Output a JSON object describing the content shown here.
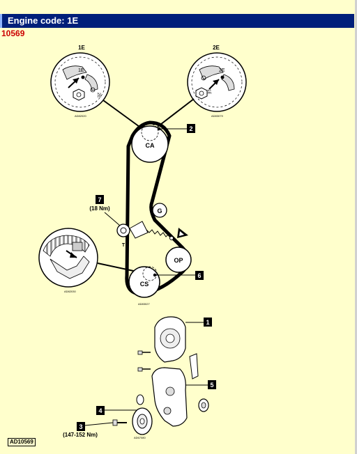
{
  "header": {
    "title": "Engine code: 1E",
    "doc_number": "10569"
  },
  "diagram": {
    "labels": {
      "left_sprocket_title": "1E",
      "right_sprocket_title": "2E",
      "left_mark": "1E",
      "left_mark_rot": "2E",
      "right_mark": "2E",
      "right_mark_rot": "1E",
      "ca": "CA",
      "g": "G",
      "op": "OP",
      "cs": "CS",
      "t": "T"
    },
    "callouts": [
      {
        "number": "1"
      },
      {
        "number": "2"
      },
      {
        "number": "3",
        "note": "(147-152 Nm)"
      },
      {
        "number": "4"
      },
      {
        "number": "5"
      },
      {
        "number": "6"
      },
      {
        "number": "7",
        "note": "(18 Nm)"
      }
    ],
    "small_refs": {
      "left_sprocket": "AD82020",
      "right_sprocket": "AD83079",
      "crank_detail": "AD82030",
      "belt_diagram": "AD83027",
      "covers": "AD67080"
    },
    "figure_ref": "AD10569"
  },
  "colors": {
    "background": "#ffffcc",
    "title_bar": "#001f7a",
    "doc_number": "#cc0000"
  }
}
